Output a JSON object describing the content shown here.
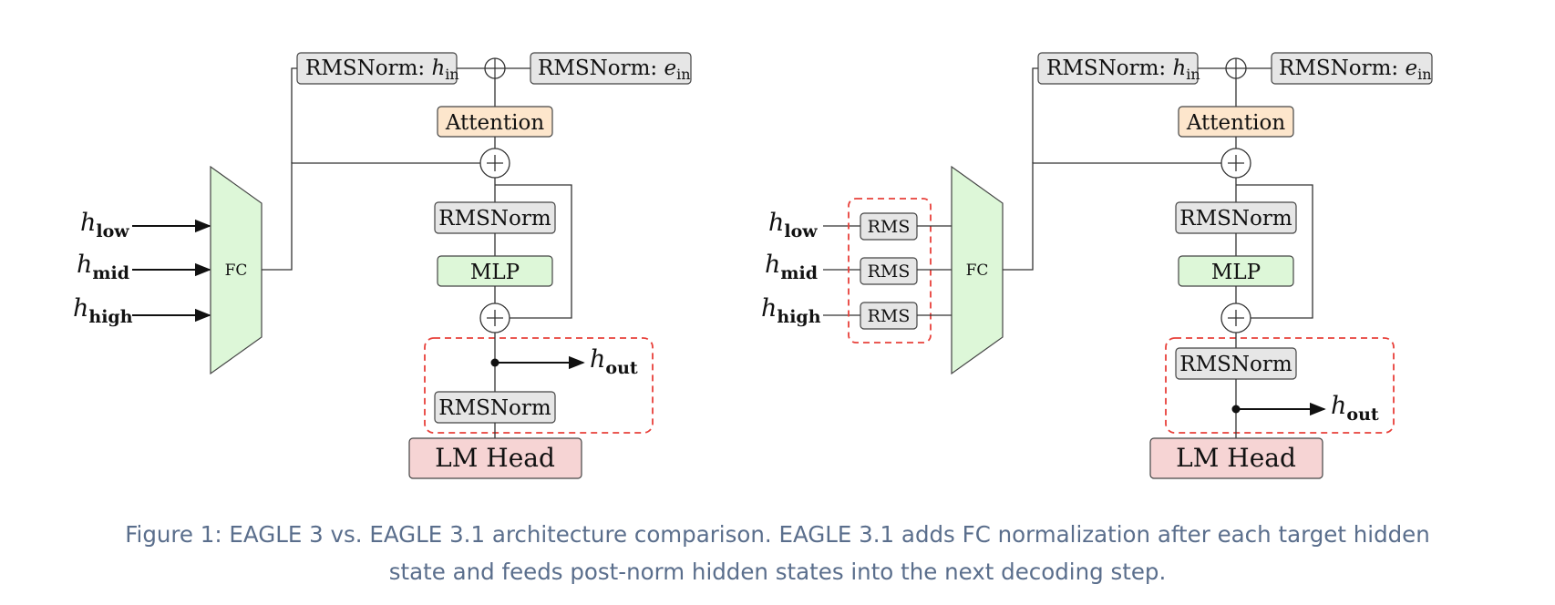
{
  "diagrams": {
    "left": {
      "inputs": [
        {
          "base": "h",
          "sub": "low"
        },
        {
          "base": "h",
          "sub": "mid"
        },
        {
          "base": "h",
          "sub": "high"
        }
      ],
      "fc_label": "FC",
      "rmsnorm_h": {
        "text": "RMSNorm: ",
        "base": "h",
        "sub": "in"
      },
      "rmsnorm_e": {
        "text": "RMSNorm: ",
        "base": "e",
        "sub": "in"
      },
      "attention": "Attention",
      "rmsnorm": "RMSNorm",
      "mlp": "MLP",
      "rmsnorm_final": "RMSNorm",
      "output": {
        "base": "h",
        "sub": "out"
      },
      "lm_head": "LM Head"
    },
    "right": {
      "inputs": [
        {
          "base": "h",
          "sub": "low"
        },
        {
          "base": "h",
          "sub": "mid"
        },
        {
          "base": "h",
          "sub": "high"
        }
      ],
      "rms_boxes": [
        "RMS",
        "RMS",
        "RMS"
      ],
      "fc_label": "FC",
      "rmsnorm_h": {
        "text": "RMSNorm: ",
        "base": "h",
        "sub": "in"
      },
      "rmsnorm_e": {
        "text": "RMSNorm: ",
        "base": "e",
        "sub": "in"
      },
      "attention": "Attention",
      "rmsnorm": "RMSNorm",
      "mlp": "MLP",
      "rmsnorm_final": "RMSNorm",
      "output": {
        "base": "h",
        "sub": "out"
      },
      "lm_head": "LM Head"
    },
    "colors": {
      "fc_fill": "#ddf7d8",
      "norm_fill": "#e6e6e6",
      "attention_fill": "#fde6cc",
      "mlp_fill": "#ddf7d8",
      "lm_head_fill": "#f6d4d4",
      "dashed_border": "#e8403a",
      "line": "#333333"
    }
  },
  "caption": {
    "line1": "Figure 1: EAGLE 3 vs. EAGLE 3.1 architecture comparison. EAGLE 3.1 adds FC normalization after each target hidden",
    "line2": "state and feeds post-norm hidden states into the next decoding step."
  }
}
